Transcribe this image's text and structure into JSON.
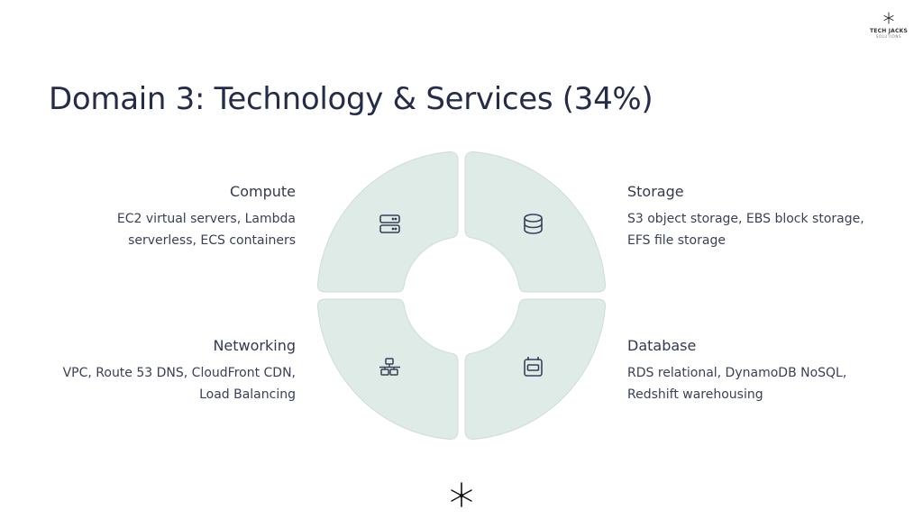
{
  "slide": {
    "title": "Domain 3: Technology & Services (34%)"
  },
  "logo": {
    "name": "TECH JACKS",
    "sub": "SOLUTIONS",
    "icon": "star-burst-icon"
  },
  "diagram": {
    "type": "quadrant-ring",
    "fill_color": "#deebe7",
    "edge_color": "#cfdcd8",
    "icon_color": "#3a4058",
    "quadrants": [
      {
        "position": "top-left",
        "title": "Compute",
        "line1": "EC2 virtual servers, Lambda",
        "line2": "serverless, ECS containers",
        "icon": "server-icon"
      },
      {
        "position": "top-right",
        "title": "Storage",
        "line1": "S3 object storage, EBS block storage,",
        "line2": "EFS file storage",
        "icon": "database-icon"
      },
      {
        "position": "bottom-left",
        "title": "Networking",
        "line1": "VPC, Route 53 DNS, CloudFront CDN,",
        "line2": "Load Balancing",
        "icon": "network-icon"
      },
      {
        "position": "bottom-right",
        "title": "Database",
        "line1": "RDS relational, DynamoDB NoSQL,",
        "line2": "Redshift warehousing",
        "icon": "calendar-db-icon"
      }
    ]
  },
  "footer": {
    "icon": "star-burst-icon"
  }
}
